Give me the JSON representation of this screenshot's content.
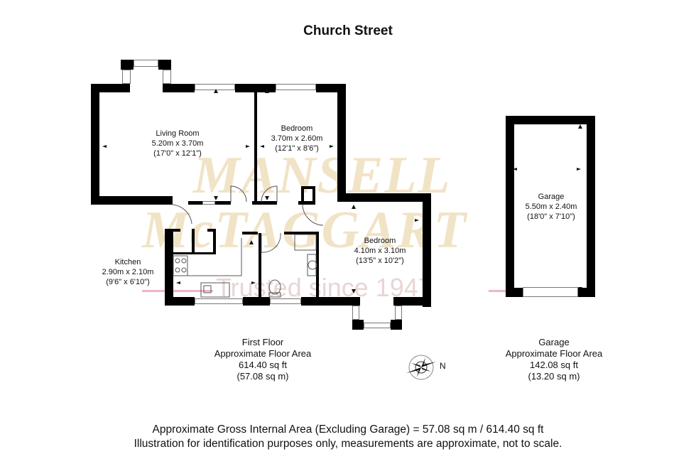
{
  "title": "Church Street",
  "watermark": {
    "line1": "MANSELL",
    "line2": "McTAGGART",
    "tagline": "Trusted since 1947"
  },
  "rooms": [
    {
      "name": "Living Room",
      "metric": "5.20m x 3.70m",
      "imperial": "(17'0\" x 12'1\")"
    },
    {
      "name": "Bedroom",
      "metric": "3.70m x 2.60m",
      "imperial": "(12'1\" x 8'6\")"
    },
    {
      "name": "Bedroom",
      "metric": "4.10m x 3.10m",
      "imperial": "(13'5\" x 10'2\")"
    },
    {
      "name": "Kitchen",
      "metric": "2.90m x 2.10m",
      "imperial": "(9'6\" x 6'10\")"
    },
    {
      "name": "Garage",
      "metric": "5.50m x 2.40m",
      "imperial": "(18'0\" x 7'10\")"
    }
  ],
  "areas": {
    "first_floor": {
      "heading": "First Floor",
      "label": "Approximate Floor Area",
      "sqft": "614.40 sq ft",
      "sqm": "(57.08 sq m)"
    },
    "garage": {
      "heading": "Garage",
      "label": "Approximate Floor Area",
      "sqft": "142.08 sq ft",
      "sqm": "(13.20 sq m)"
    }
  },
  "compass": {
    "label": "N",
    "icon": "compass-rose-icon"
  },
  "footer": {
    "line1": "Approximate Gross Internal Area (Excluding Garage) = 57.08 sq m / 614.40 sq ft",
    "line2": "Illustration for identification purposes only, measurements are approximate, not to scale."
  }
}
